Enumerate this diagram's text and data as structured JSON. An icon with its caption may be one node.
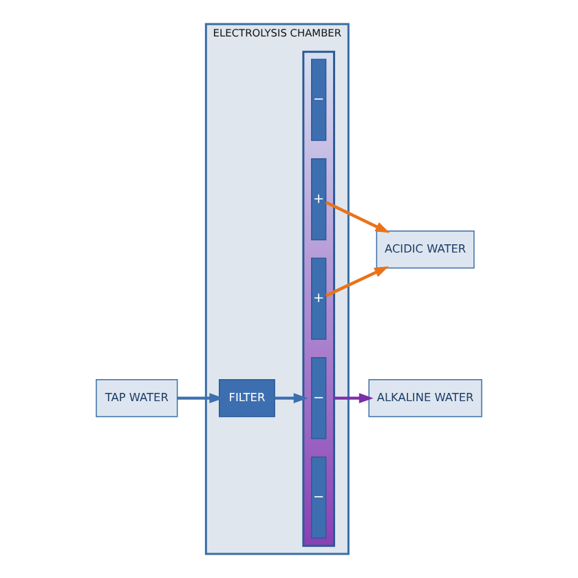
{
  "diagram": {
    "nodes": [
      {
        "text": [
          "TAP WATER"
        ]
      },
      {
        "text": [
          "ELECTROLYSIS CHAMBER"
        ]
      },
      {
        "text": [
          "FILTER"
        ],
        "in": 1
      },
      {
        "text": [],
        "shape": "box",
        "in": 1
      },
      {
        "text": [
          "−"
        ],
        "in": 3
      },
      {
        "text": [
          "+"
        ],
        "in": 3
      },
      {
        "text": [
          "−"
        ],
        "in": 3
      },
      {
        "text": [
          "+"
        ],
        "in": 3
      },
      {
        "text": [
          "−"
        ],
        "in": 3
      },
      {
        "text": [
          "ALKALINE WATER"
        ]
      },
      {
        "text": [
          "ACIDIC WATER"
        ]
      }
    ],
    "edges": [
      {
        "from": 0,
        "to": 2,
        "arrow": "to"
      },
      {
        "from": 2,
        "to": 3,
        "arrow": "to"
      },
      {
        "from": 3,
        "to": 9,
        "arrow": "to",
        "color": "#7b2fa8"
      },
      {
        "from": 5,
        "to": 10,
        "arrow": "to",
        "color": "#e8731a"
      },
      {
        "from": 7,
        "to": 10,
        "arrow": "to",
        "color": "#e8731a"
      }
    ]
  }
}
